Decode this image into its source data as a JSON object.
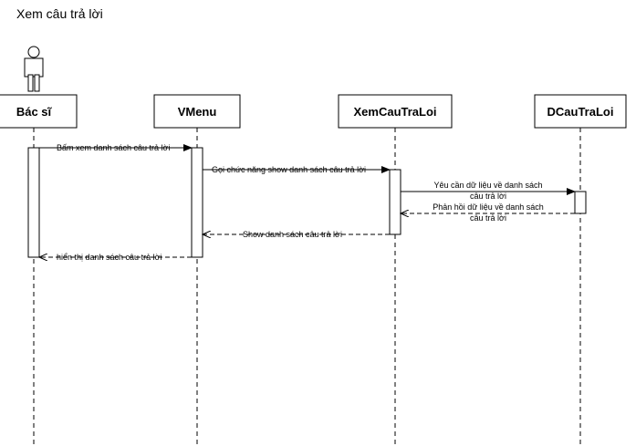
{
  "title": "Xem câu trả lời",
  "lifelines": [
    {
      "id": "bacsi",
      "label": "Bác sĩ",
      "actor": true
    },
    {
      "id": "vmenu",
      "label": "VMenu",
      "actor": false
    },
    {
      "id": "xemcautraloi",
      "label": "XemCauTraLoi",
      "actor": false
    },
    {
      "id": "dcautraloi",
      "label": "DCauTraLoi",
      "actor": false
    }
  ],
  "messages": [
    {
      "from": "bacsi",
      "to": "vmenu",
      "type": "sync",
      "lines": [
        "Bấm xem danh sách câu trả lời"
      ]
    },
    {
      "from": "vmenu",
      "to": "xemcautraloi",
      "type": "sync",
      "lines": [
        "Gọi chức năng show danh sách câu trả lời"
      ]
    },
    {
      "from": "xemcautraloi",
      "to": "dcautraloi",
      "type": "sync",
      "lines": [
        "Yêu cần dữ liệu về danh sách",
        "câu trả lời"
      ]
    },
    {
      "from": "dcautraloi",
      "to": "xemcautraloi",
      "type": "reply",
      "lines": [
        "Phản hồi dữ liệu về danh sách",
        "câu trả lời"
      ]
    },
    {
      "from": "xemcautraloi",
      "to": "vmenu",
      "type": "reply",
      "lines": [
        "Show danh sách câu trả lời"
      ]
    },
    {
      "from": "vmenu",
      "to": "bacsi",
      "type": "reply",
      "lines": [
        "hiển thị danh sách câu trả lời"
      ]
    }
  ]
}
